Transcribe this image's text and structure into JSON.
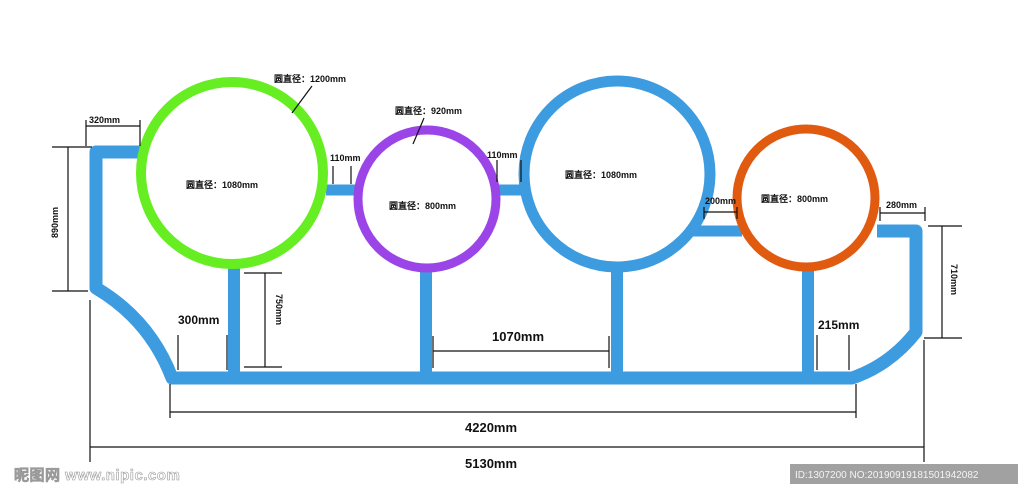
{
  "colors": {
    "frame": "#3d9be0",
    "circle_green": "#66ee22",
    "circle_purple": "#9b45e8",
    "circle_blue": "#3d9be0",
    "circle_orange": "#e05a10",
    "dimension_lines": "#111111"
  },
  "circle_labels": {
    "c1_inner": "圆直径：1080mm",
    "c1_outer": "圆直径：1200mm",
    "c2_inner": "圆直径：800mm",
    "c2_outer": "圆直径：920mm",
    "c3_inner": "圆直径：1080mm",
    "c4_inner": "圆直径：800mm"
  },
  "dimensions": {
    "left_top_width": "320mm",
    "left_height": "890mm",
    "gap_1": "110mm",
    "gap_2": "110mm",
    "ledge": "200mm",
    "right_top_width": "280mm",
    "right_height": "710mm",
    "left_post_spacing": "300mm",
    "post_height": "750mm",
    "post_spacing": "1070mm",
    "right_post_spacing": "215mm",
    "bottom_width": "4220mm",
    "total_width": "5130mm"
  },
  "watermark": {
    "site": "昵图网 www.nipic.com",
    "id_text": "ID:1307200 NO:20190919181501942082"
  }
}
